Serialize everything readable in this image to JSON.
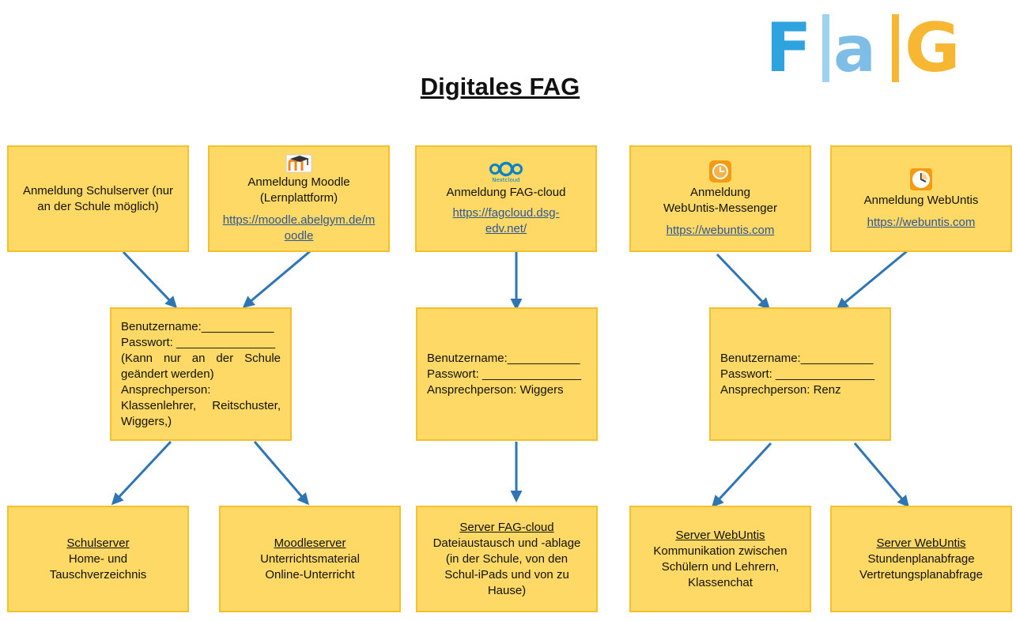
{
  "title": "Digitales FAG",
  "logo": {
    "letters": [
      "F",
      "a",
      "G"
    ]
  },
  "colors": {
    "box_fill": "#ffd966",
    "box_border": "#f4c12c",
    "arrow": "#2e75b6",
    "link": "#2f5597",
    "logo_blue": "#2ea3e0",
    "logo_orange": "#f7b733"
  },
  "logins": {
    "schulserver": {
      "lines": [
        "Anmeldung Schulserver (nur",
        "an der Schule möglich)"
      ]
    },
    "moodle": {
      "icon": "moodle-icon",
      "lines": [
        "Anmeldung Moodle",
        "(Lernplattform)"
      ],
      "link": [
        "https://moodle.abelgym.de/m",
        "oodle"
      ]
    },
    "fagcloud": {
      "icon": "nextcloud-icon",
      "icon_label": "Nextcloud",
      "lines": [
        "Anmeldung FAG-cloud"
      ],
      "link": [
        "https://fagcloud.dsg-",
        "edv.net/"
      ]
    },
    "messenger": {
      "icon": "webuntis-messenger-icon",
      "lines": [
        "Anmeldung",
        "WebUntis-Messenger"
      ],
      "link": [
        "https://webuntis.com"
      ]
    },
    "webuntis": {
      "icon": "webuntis-clock-icon",
      "lines": [
        "Anmeldung WebUntis"
      ],
      "link": [
        "https://webuntis.com"
      ]
    }
  },
  "credentials": {
    "schule": {
      "lines": [
        "Benutzername:___________",
        "Passwort: _______________",
        "(Kann nur an der Schule",
        "geändert werden)",
        "Ansprechperson:",
        "Klassenlehrer, Reitschuster,",
        "Wiggers,)"
      ]
    },
    "cloud": {
      "lines": [
        "Benutzername:___________",
        "Passwort: _______________",
        "Ansprechperson: Wiggers"
      ]
    },
    "untis": {
      "lines": [
        "Benutzername:___________",
        "Passwort: _______________",
        "Ansprechperson: Renz"
      ]
    }
  },
  "servers": {
    "schulserver": {
      "heading": "Schulserver",
      "lines": [
        "Home- und",
        "Tauschverzeichnis"
      ]
    },
    "moodleserver": {
      "heading": "Moodleserver",
      "lines": [
        "Unterrichtsmaterial",
        "Online-Unterricht"
      ]
    },
    "fagcloud": {
      "heading": "Server FAG-cloud",
      "lines": [
        "Dateiaustausch und -ablage",
        "(in der Schule, von den",
        "Schul-iPads und von zu",
        "Hause)"
      ]
    },
    "webuntis_komm": {
      "heading": "Server WebUntis",
      "lines": [
        "Kommunikation zwischen",
        "Schülern und Lehrern,",
        "Klassenchat"
      ]
    },
    "webuntis_plan": {
      "heading": "Server WebUntis",
      "lines": [
        "Stundenplanabfrage",
        "Vertretungsplanabfrage"
      ]
    }
  }
}
